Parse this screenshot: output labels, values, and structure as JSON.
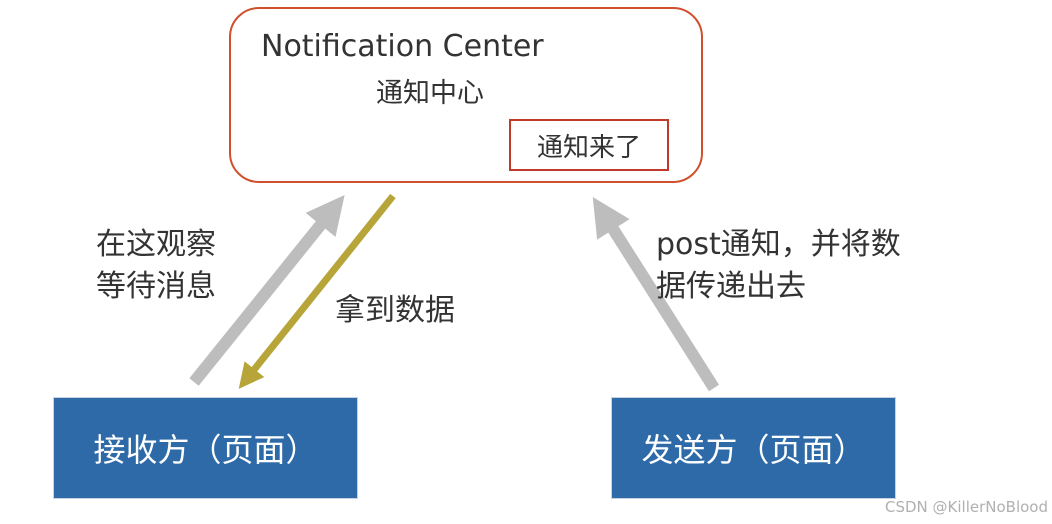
{
  "notification_center": {
    "title": "Notification Center",
    "subtitle": "通知中心",
    "tag": "通知来了"
  },
  "receiver": {
    "label": "接收方（页面）"
  },
  "sender": {
    "label": "发送方（页面）"
  },
  "labels": {
    "observe_line1": "在这观察",
    "observe_line2": "等待消息",
    "get_data": "拿到数据",
    "post_line1": "post通知，并将数",
    "post_line2": "据传递出去"
  },
  "watermark": "CSDN @KillerNoBlood",
  "colors": {
    "center_border": "#d0502e",
    "tag_border": "#c0392b",
    "page_box": "#2e6aa7",
    "gray_arrow": "#bdbdbd",
    "data_arrow": "#b8a53a"
  }
}
